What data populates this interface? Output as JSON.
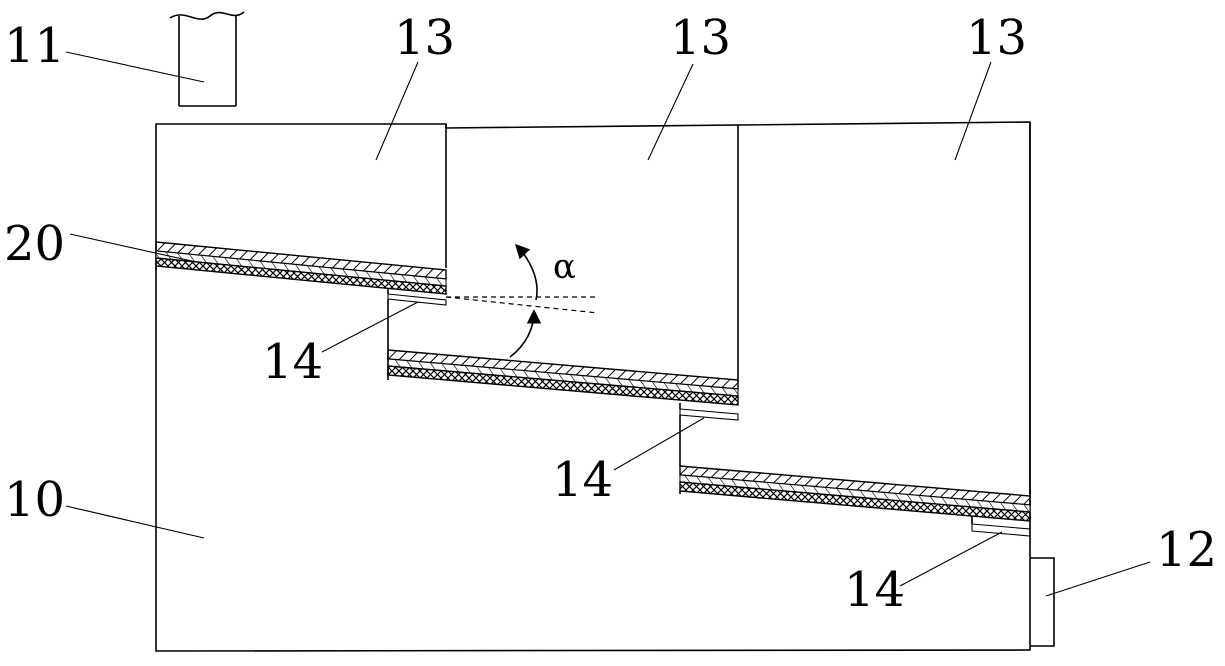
{
  "labels": {
    "inlet": "11",
    "outlet": "12",
    "body": "10",
    "plate": "20",
    "chamber_1": "13",
    "chamber_2": "13",
    "chamber_3": "13",
    "lip_1": "14",
    "lip_2": "14",
    "lip_3": "14",
    "angle": "α"
  }
}
